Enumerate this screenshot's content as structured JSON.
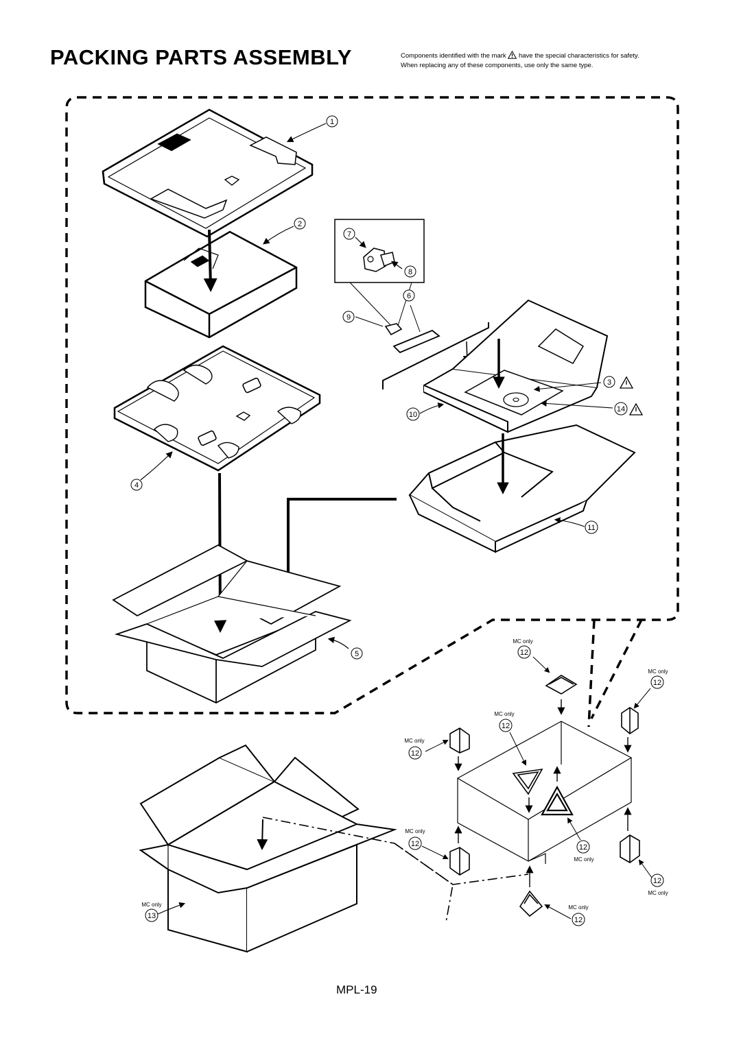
{
  "header": {
    "title": "PACKING PARTS ASSEMBLY",
    "note_line1_before": "Components identified with the mark",
    "note_line1_after": "have the special characteristics for safety.",
    "note_line2": "When replacing any of these components, use only the same type."
  },
  "callouts": {
    "c1": "1",
    "c2": "2",
    "c3": "3",
    "c4": "4",
    "c5": "5",
    "c6": "6",
    "c7": "7",
    "c8": "8",
    "c9": "9",
    "c10": "10",
    "c11": "11",
    "c12": "12",
    "c13": "13",
    "c14": "14"
  },
  "mc_only": "MC only",
  "footer": {
    "page": "MPL-19"
  },
  "icons": {
    "safety_mark": "warning-triangle-icon"
  }
}
